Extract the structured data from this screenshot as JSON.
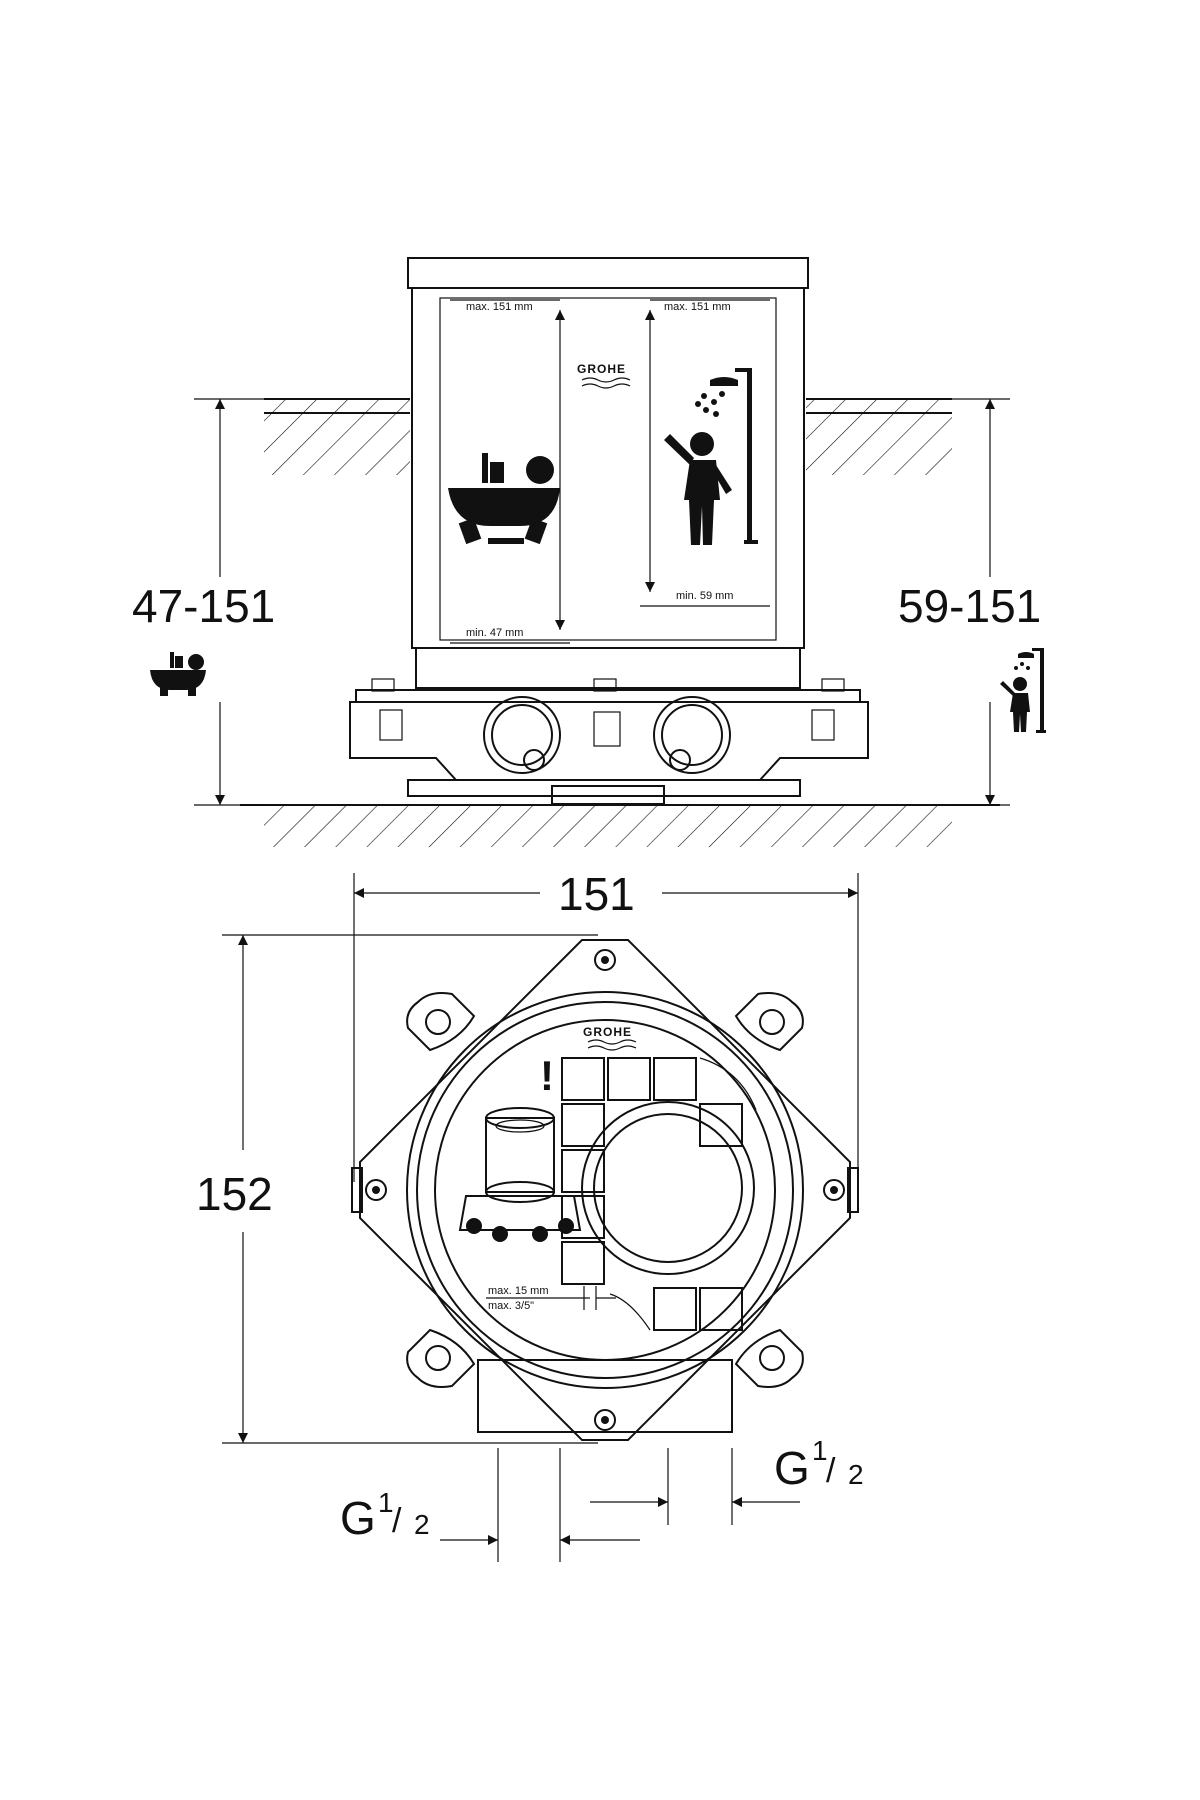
{
  "side_view": {
    "left_range": "47-151",
    "right_range": "59-151",
    "max_left": "max. 151 mm",
    "max_right": "max. 151 mm",
    "min_left": "min. 47 mm",
    "min_right": "min. 59 mm",
    "brand": "GROHE"
  },
  "top_view": {
    "width": "151",
    "height": "152",
    "brand": "GROHE",
    "tile_max_mm": "max. 15 mm",
    "tile_max_in": "max. 3/5\"",
    "warning": "!",
    "connection_left": {
      "g": "G",
      "num": "1",
      "den": "2"
    },
    "connection_right": {
      "g": "G",
      "num": "1",
      "den": "2"
    }
  },
  "icons": [
    "bathtub-icon",
    "shower-icon",
    "cartridge-icon",
    "warning-icon"
  ]
}
